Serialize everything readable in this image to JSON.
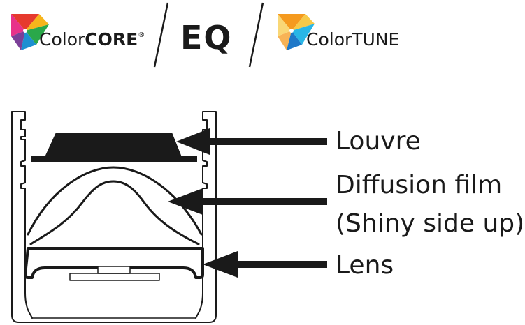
{
  "header": {
    "brands": [
      {
        "name": "ColorCORE",
        "prefix": "Color",
        "suffix": "CORE",
        "mark": "®"
      },
      {
        "name": "EQ",
        "text": "EQ"
      },
      {
        "name": "ColorTUNE",
        "prefix": "Color",
        "suffix": "TUNE"
      }
    ]
  },
  "diagram": {
    "callouts": [
      {
        "id": "louvre",
        "lines": [
          "Louvre"
        ]
      },
      {
        "id": "diffusion-film",
        "lines": [
          "Diffusion film",
          "(Shiny side up)"
        ]
      },
      {
        "id": "lens",
        "lines": [
          "Lens"
        ]
      }
    ]
  },
  "colors": {
    "ink": "#1a1a1a",
    "colorcore_segments": [
      "#e63a2e",
      "#f7b51c",
      "#2aa84a",
      "#1d8fd1",
      "#7b3f98",
      "#e8318a"
    ],
    "colortune_segments": [
      "#f59a1e",
      "#f7c948",
      "#29b6e6",
      "#1f78c8"
    ]
  }
}
